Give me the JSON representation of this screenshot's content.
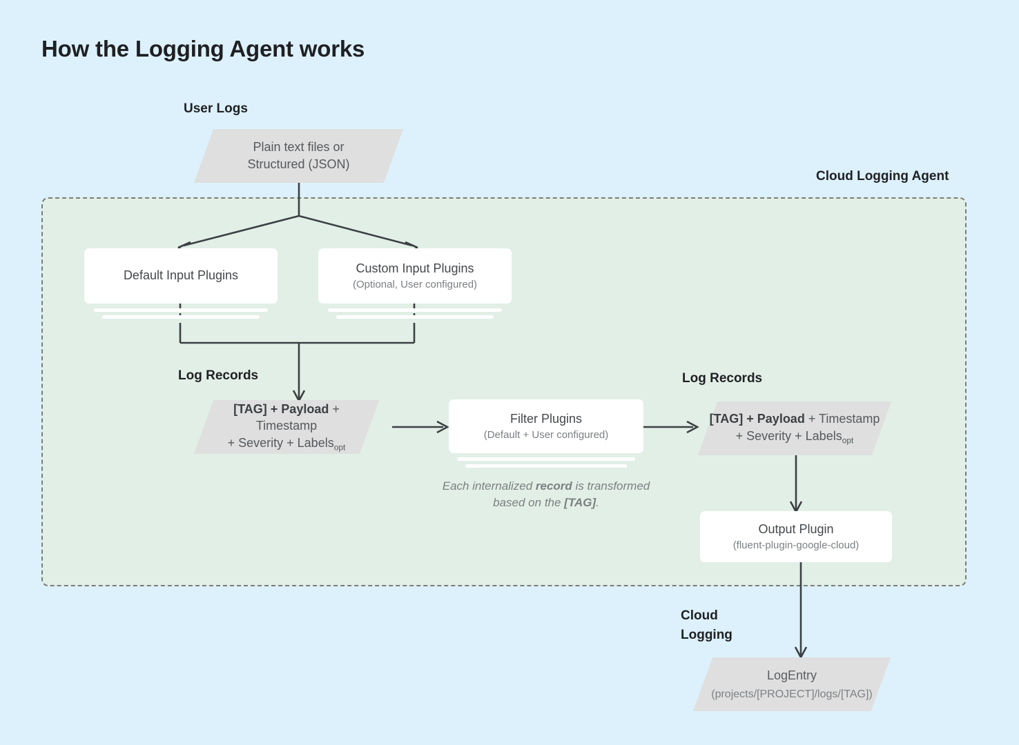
{
  "page": {
    "title": "How the Logging Agent works",
    "background_color": "#ddf1fc",
    "panel_color": "#e2efe7",
    "parallelogram_color": "#dfdfdf",
    "card_color": "#ffffff",
    "stroke_color": "#3c4043"
  },
  "labels": {
    "user_logs": "User Logs",
    "cloud_logging_agent": "Cloud Logging Agent",
    "log_records_left": "Log Records",
    "log_records_right": "Log Records",
    "cloud_logging": "Cloud\nLogging"
  },
  "nodes": {
    "user_logs_source": {
      "shape": "parallelogram",
      "text": "Plain text files or\nStructured (JSON)"
    },
    "default_input_plugins": {
      "shape": "card",
      "title": "Default Input Plugins",
      "subtitle": ""
    },
    "custom_input_plugins": {
      "shape": "card",
      "title": "Custom Input Plugins",
      "subtitle": "(Optional, User configured)"
    },
    "log_record_left": {
      "shape": "parallelogram",
      "line1_bold": "[TAG] + Payload",
      "line1_rest": " + Timestamp",
      "line2_rest": "+ Severity + Labels",
      "line2_subscript": "opt"
    },
    "filter_plugins": {
      "shape": "card",
      "title": "Filter Plugins",
      "subtitle": "(Default + User configured)"
    },
    "log_record_right": {
      "shape": "parallelogram",
      "line1_bold": "[TAG] + Payload",
      "line1_rest": " + Timestamp",
      "line2_rest": "+ Severity + Labels",
      "line2_subscript": "opt"
    },
    "output_plugin": {
      "shape": "card",
      "title": "Output Plugin",
      "subtitle": "(fluent-plugin-google-cloud)"
    },
    "log_entry": {
      "shape": "parallelogram",
      "title": "LogEntry",
      "subtitle": "(projects/[PROJECT]/logs/[TAG])"
    }
  },
  "caption": {
    "transform_prefix": "Each internalized ",
    "transform_bold1": "record",
    "transform_middle": " is transformed based on the ",
    "transform_bold2": "[TAG]",
    "transform_suffix": "."
  }
}
